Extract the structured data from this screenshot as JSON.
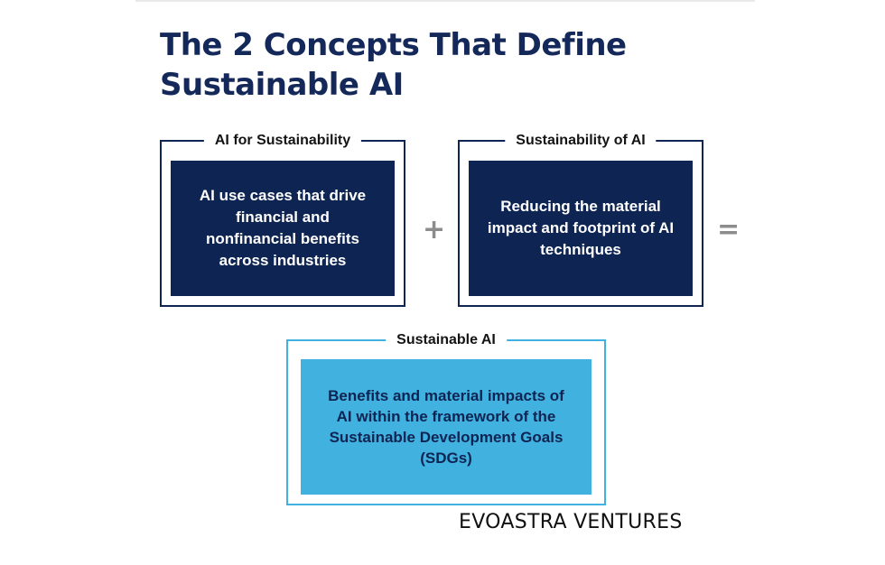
{
  "title_line1": "The 2 Concepts That Define",
  "title_line2": "Sustainable AI",
  "concepts": [
    {
      "label": "AI for Sustainability",
      "text": "AI use cases that drive financial and nonfinancial benefits across industries"
    },
    {
      "label": "Sustainability of AI",
      "text": "Reducing the material impact and footprint of AI techniques"
    }
  ],
  "result": {
    "label": "Sustainable AI",
    "text": "Benefits and material impacts of AI within the framework of the Sustainable Development Goals (SDGs)"
  },
  "operators": {
    "plus": "+",
    "equals": "="
  },
  "brand": "EVOASTRA VENTURES",
  "colors": {
    "navy": "#0e2452",
    "sky": "#41b1e0",
    "operator": "#8c8c8c"
  }
}
